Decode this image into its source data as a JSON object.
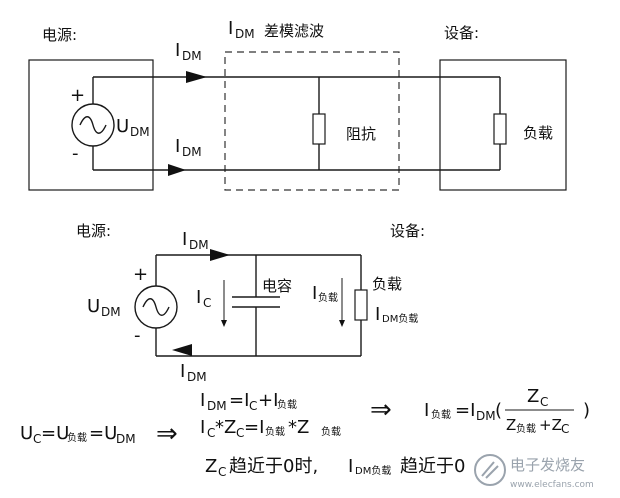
{
  "diagram1": {
    "source_label": "电源:",
    "filter_label_I": "I",
    "filter_label_sub": "DM",
    "filter_label_text": "差模滤波",
    "device_label": "设备:",
    "current_top_I": "I",
    "current_top_sub": "DM",
    "current_bottom_I": "I",
    "current_bottom_sub": "DM",
    "voltage_U": "U",
    "voltage_sub": "DM",
    "plus": "+",
    "minus": "-",
    "impedance_label": "阻抗",
    "load_label": "负载"
  },
  "diagram2": {
    "source_label": "电源:",
    "device_label": "设备:",
    "current_top_I": "I",
    "current_top_sub": "DM",
    "current_bottom_I": "I",
    "current_bottom_sub": "DM",
    "voltage_U": "U",
    "voltage_sub": "DM",
    "plus": "+",
    "minus": "-",
    "ic_I": "I",
    "ic_sub": "C",
    "capacitor_label": "电容",
    "iload_I": "I",
    "iload_sub": "负载",
    "load_label": "负载",
    "idm_load_I": "I",
    "idm_load_sub": "DM负载"
  },
  "equations": {
    "uc_eq": "U",
    "uc_sub_c": "C",
    "uc_eq2": "=U",
    "uc_sub_load": "负载",
    "uc_eq3": "=U",
    "uc_sub_dm": "DM",
    "arrow1": "⇒",
    "eq1_a": "I",
    "eq1_a_sub": "DM",
    "eq1_b": "=I",
    "eq1_b_sub": "C",
    "eq1_c": "+I",
    "eq1_c_sub": "负载",
    "eq2_a": "I",
    "eq2_a_sub": "C",
    "eq2_b": "*Z",
    "eq2_b_sub": "C",
    "eq2_c": "=I",
    "eq2_c_sub": "负载",
    "eq2_d": "*Z",
    "eq2_d_sub": "负载",
    "arrow2": "⇒",
    "res_a": "I",
    "res_a_sub": "负载",
    "res_b": "=I",
    "res_b_sub": "DM",
    "res_paren_l": "(",
    "res_paren_r": ")",
    "frac_num": "Z",
    "frac_num_sub": "C",
    "frac_den_a": "Z",
    "frac_den_a_sub": "负载",
    "frac_den_b": "+Z",
    "frac_den_b_sub": "C",
    "conc_a": "Z",
    "conc_a_sub": "C",
    "conc_b": "趋近于0时,",
    "conc_c": "I",
    "conc_c_sub": "DM负载",
    "conc_d": "趋近于0"
  },
  "watermark": {
    "text": "电子发烧友",
    "url": "www.elecfans.com"
  }
}
